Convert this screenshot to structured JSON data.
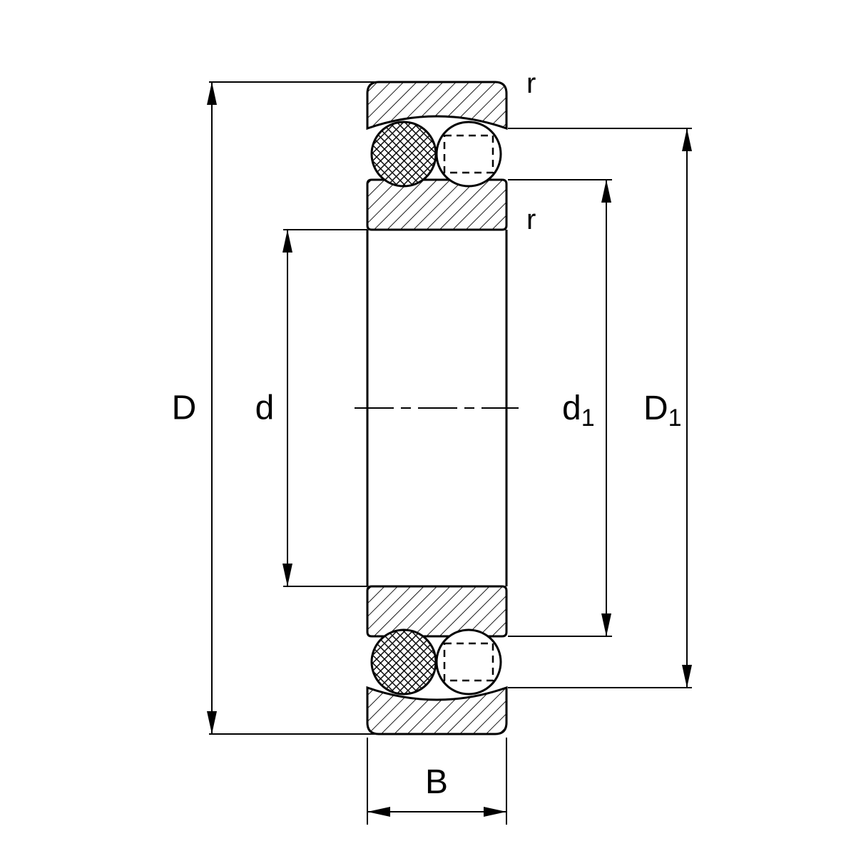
{
  "canvas": {
    "background": "#ffffff",
    "ink": "#000000"
  },
  "diagram": {
    "kind": "technical-drawing",
    "subject": "double-row self-aligning ball bearing cross-section with dimension annotations",
    "labels": {
      "outer_diameter": "D",
      "bore_diameter": "d",
      "inner_shoulder_main": "d",
      "inner_shoulder_sub": "1",
      "outer_shoulder_main": "D",
      "outer_shoulder_sub": "1",
      "width": "B",
      "chamfer_top": "r",
      "chamfer_inner": "r"
    }
  }
}
